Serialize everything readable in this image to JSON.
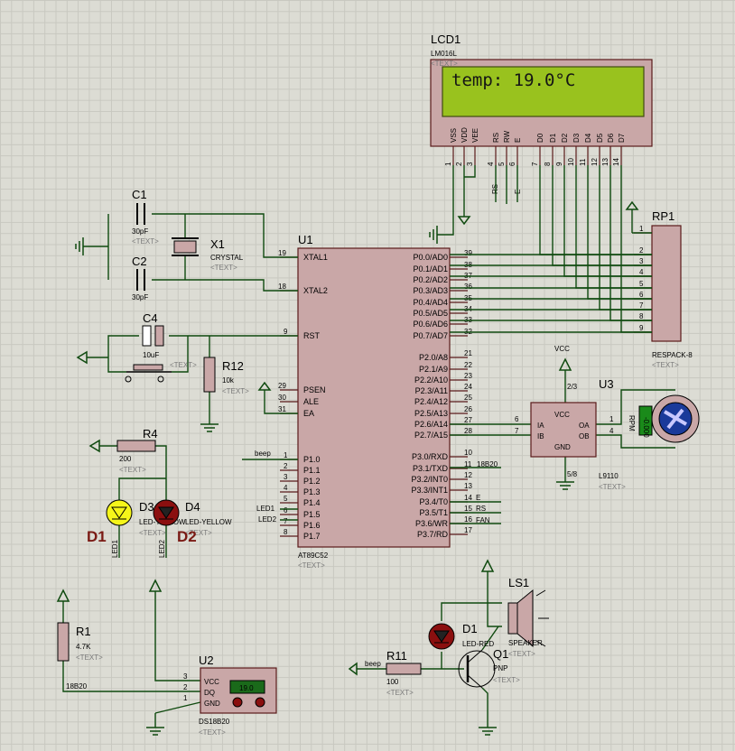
{
  "lcd": {
    "ref": "LCD1",
    "model": "LM016L",
    "tag": "<TEXT>",
    "display": "temp:  19.0°C",
    "pins": [
      "VSS",
      "VDD",
      "VEE",
      "RS",
      "RW",
      "E",
      "D0",
      "D1",
      "D2",
      "D3",
      "D4",
      "D5",
      "D6",
      "D7"
    ],
    "pin_numbers": [
      "1",
      "2",
      "3",
      "4",
      "5",
      "6",
      "7",
      "8",
      "9",
      "10",
      "11",
      "12",
      "13",
      "14"
    ],
    "net_rs": "RS",
    "net_e": "E"
  },
  "mcu": {
    "ref": "U1",
    "model": "AT89C52",
    "tag": "<TEXT>",
    "left_pins": [
      {
        "num": "19",
        "name": "XTAL1"
      },
      {
        "num": "18",
        "name": "XTAL2"
      },
      {
        "num": "9",
        "name": "RST"
      },
      {
        "num": "29",
        "name": "PSEN"
      },
      {
        "num": "30",
        "name": "ALE"
      },
      {
        "num": "31",
        "name": "EA"
      },
      {
        "num": "1",
        "name": "P1.0"
      },
      {
        "num": "2",
        "name": "P1.1"
      },
      {
        "num": "3",
        "name": "P1.2"
      },
      {
        "num": "4",
        "name": "P1.3"
      },
      {
        "num": "5",
        "name": "P1.4"
      },
      {
        "num": "6",
        "name": "P1.5"
      },
      {
        "num": "7",
        "name": "P1.6"
      },
      {
        "num": "8",
        "name": "P1.7"
      }
    ],
    "right_pins": [
      {
        "num": "39",
        "name": "P0.0/AD0"
      },
      {
        "num": "38",
        "name": "P0.1/AD1"
      },
      {
        "num": "37",
        "name": "P0.2/AD2"
      },
      {
        "num": "36",
        "name": "P0.3/AD3"
      },
      {
        "num": "35",
        "name": "P0.4/AD4"
      },
      {
        "num": "34",
        "name": "P0.5/AD5"
      },
      {
        "num": "33",
        "name": "P0.6/AD6"
      },
      {
        "num": "32",
        "name": "P0.7/AD7"
      },
      {
        "num": "21",
        "name": "P2.0/A8"
      },
      {
        "num": "22",
        "name": "P2.1/A9"
      },
      {
        "num": "23",
        "name": "P2.2/A10"
      },
      {
        "num": "24",
        "name": "P2.3/A11"
      },
      {
        "num": "25",
        "name": "P2.4/A12"
      },
      {
        "num": "26",
        "name": "P2.5/A13"
      },
      {
        "num": "27",
        "name": "P2.6/A14"
      },
      {
        "num": "28",
        "name": "P2.7/A15"
      },
      {
        "num": "10",
        "name": "P3.0/RXD"
      },
      {
        "num": "11",
        "name": "P3.1/TXD"
      },
      {
        "num": "12",
        "name": "P3.2/INT0"
      },
      {
        "num": "13",
        "name": "P3.3/INT1"
      },
      {
        "num": "14",
        "name": "P3.4/T0"
      },
      {
        "num": "15",
        "name": "P3.5/T1"
      },
      {
        "num": "16",
        "name": "P3.6/WR"
      },
      {
        "num": "17",
        "name": "P3.7/RD"
      }
    ],
    "net_beep": "beep",
    "net_led1": "LED1",
    "net_led2": "LED2",
    "net_18b20": "18B20",
    "net_e": "E",
    "net_rs": "RS",
    "net_fan": "FAN"
  },
  "c1": {
    "ref": "C1",
    "value": "30pF"
  },
  "c2": {
    "ref": "C2",
    "value": "30pF"
  },
  "x1": {
    "ref": "X1",
    "model": "CRYSTAL",
    "tag": "<TEXT>"
  },
  "c4": {
    "ref": "C4",
    "value": "10uF",
    "tag": "<TEXT>"
  },
  "r12": {
    "ref": "R12",
    "value": "10k",
    "tag": "<TEXT>"
  },
  "r4": {
    "ref": "R4",
    "value": "200",
    "tag": "<TEXT>"
  },
  "d3": {
    "ref": "D3",
    "model": "LED-YELLOW",
    "tag": "<TEXT>"
  },
  "d4": {
    "ref": "D4",
    "model": "LED-YELLOW",
    "tag": "<TEXT>"
  },
  "big_labels": {
    "d1": "D1",
    "d2": "D2"
  },
  "led_nets": {
    "left": "LED1",
    "right": "LED2"
  },
  "rp1": {
    "ref": "RP1",
    "model": "RESPACK-8",
    "tag": "<TEXT>",
    "pins": [
      "1",
      "2",
      "3",
      "4",
      "5",
      "6",
      "7",
      "8",
      "9"
    ]
  },
  "u3": {
    "ref": "U3",
    "model": "L9110",
    "tag": "<TEXT>",
    "vcc_label": "VCC",
    "pins": {
      "vcc": "VCC",
      "ia": "IA",
      "ib": "IB",
      "oa": "OA",
      "ob": "OB",
      "gnd": "GND",
      "p23": "2/3",
      "p58": "5/8",
      "p6": "6",
      "p7": "7",
      "p1": "1",
      "p4": "4"
    }
  },
  "motor": {
    "rpm": "-0.000",
    "unit": "RPM"
  },
  "r1": {
    "ref": "R1",
    "value": "4.7K",
    "tag": "<TEXT>",
    "net": "18B20"
  },
  "u2": {
    "ref": "U2",
    "model": "DS18B20",
    "tag": "<TEXT>",
    "display": "19.0",
    "pins": {
      "vcc": "VCC",
      "dq": "DQ",
      "gnd": "GND",
      "n3": "3",
      "n2": "2",
      "n1": "1"
    }
  },
  "r11": {
    "ref": "R11",
    "value": "100",
    "tag": "<TEXT>",
    "net": "beep"
  },
  "d1": {
    "ref": "D1",
    "model": "LED-RED",
    "tag": "<TEXT>"
  },
  "q1": {
    "ref": "Q1",
    "model": "PNP",
    "tag": "<TEXT>"
  },
  "ls1": {
    "ref": "LS1",
    "model": "SPEAKER",
    "tag": "<TEXT>"
  }
}
